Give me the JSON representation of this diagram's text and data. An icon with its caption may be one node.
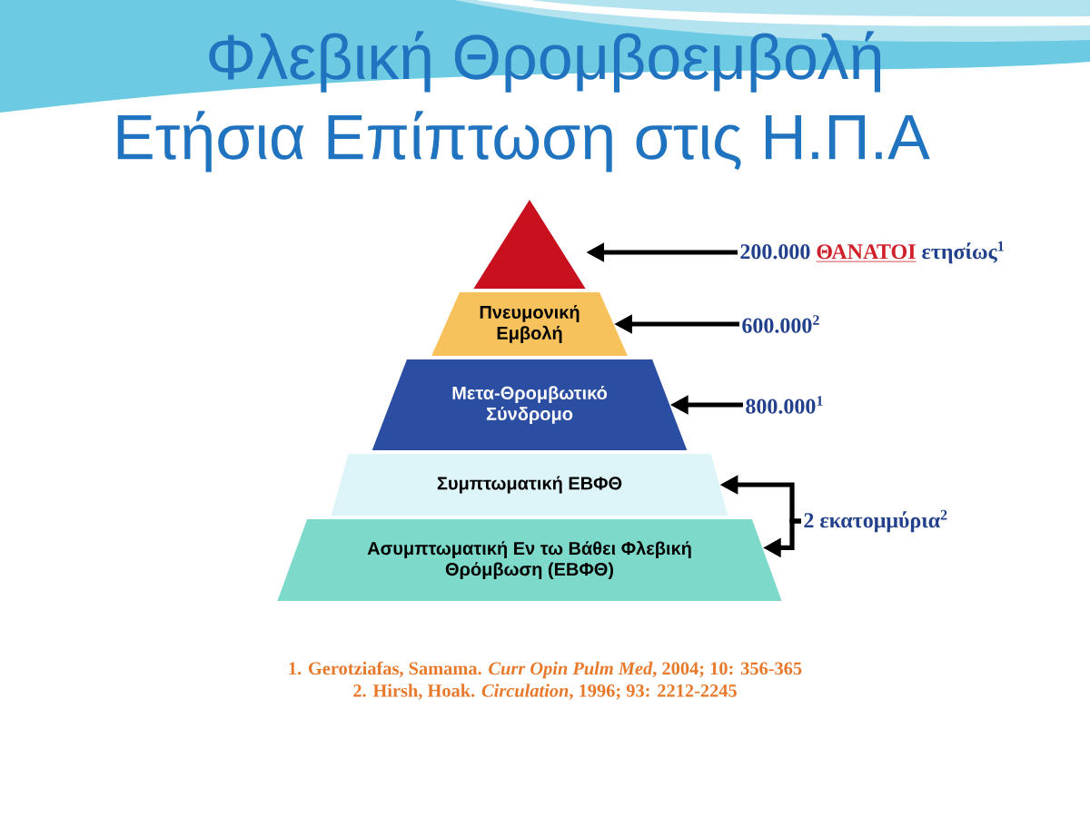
{
  "diagram": {
    "title": "Φλεβική Θρομβοεμβολή",
    "nodes": [
      {
        "text": [],
        "shape": "triangle"
      },
      {
        "text": [
          "Πνευμονική Εμβολή"
        ]
      },
      {
        "text": [
          "Μετα-Θρομβωτικό Σύνδρομο"
        ]
      },
      {
        "text": [
          "Συμπτωματική ΕΒΦΘ"
        ]
      },
      {
        "text": [
          "Ασυμπτωματική Εν τω Βάθει Φλεβική Θρόμβωση (ΕΒΦΘ)"
        ]
      },
      {
        "text": [
          "200.000 **ΘΑΝΑΤΟΙ** ετησίως$^{1}$"
        ]
      },
      {
        "text": [
          "600.000$^{2}$"
        ]
      },
      {
        "text": [
          "800.000$^{1}$"
        ]
      },
      {
        "text": [
          "2 εκατομμύρια$^{2}$"
        ]
      }
    ],
    "edges": [
      {
        "from": 5,
        "to": 0,
        "arrow": "to"
      },
      {
        "from": 6,
        "to": 1,
        "arrow": "to"
      },
      {
        "from": 7,
        "to": 2,
        "arrow": "to"
      },
      {
        "from": 8,
        "to": 3,
        "arrow": "to"
      },
      {
        "from": 8,
        "to": 4,
        "arrow": "to"
      }
    ],
    "labels": [
      "Ετήσια Επίπτωση στις Η.Π.Α",
      "1. Gerotziafas, Samama. *Curr Opin Pulm Med*, 2004; 10: 356-365",
      "2. Hirsh, Hoak. *Circulation*, 1996; 93: 2212-2245"
    ]
  }
}
